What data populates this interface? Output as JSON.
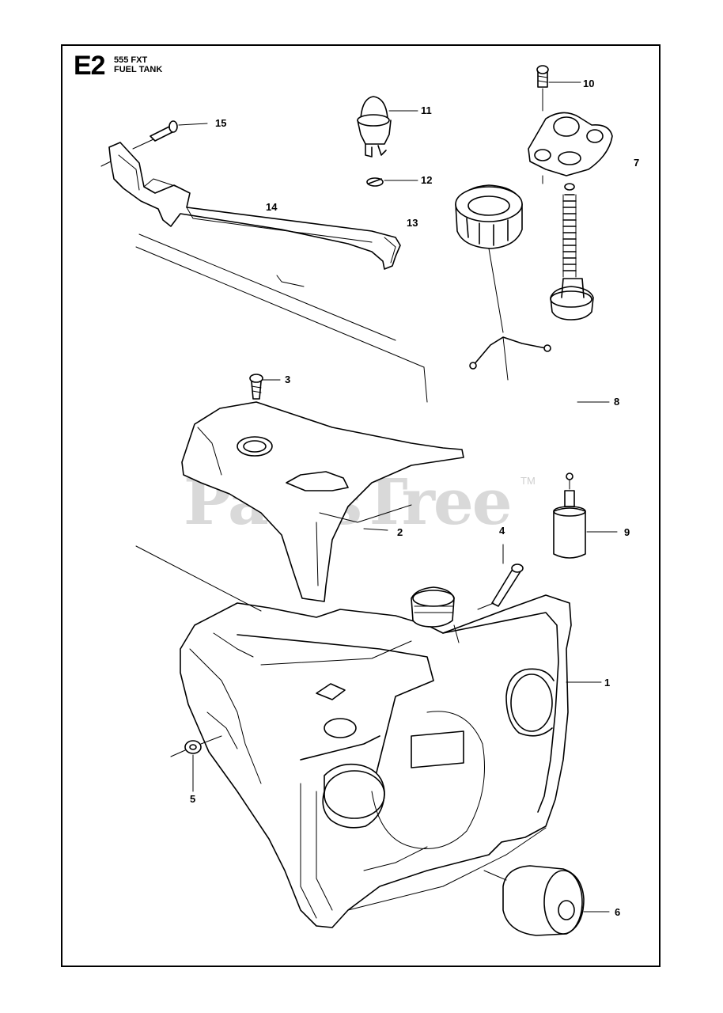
{
  "header": {
    "section_code": "E2",
    "model": "555 FXT",
    "title": "FUEL TANK"
  },
  "watermark": {
    "text": "PartsTree",
    "trademark": "TM"
  },
  "callouts": [
    {
      "id": "1",
      "label": "1"
    },
    {
      "id": "2",
      "label": "2"
    },
    {
      "id": "3",
      "label": "3"
    },
    {
      "id": "4",
      "label": "4"
    },
    {
      "id": "5",
      "label": "5"
    },
    {
      "id": "6",
      "label": "6"
    },
    {
      "id": "7",
      "label": "7"
    },
    {
      "id": "8",
      "label": "8"
    },
    {
      "id": "9",
      "label": "9"
    },
    {
      "id": "10",
      "label": "10"
    },
    {
      "id": "11",
      "label": "11"
    },
    {
      "id": "12",
      "label": "12"
    },
    {
      "id": "13",
      "label": "13"
    },
    {
      "id": "14",
      "label": "14"
    },
    {
      "id": "15",
      "label": "15"
    }
  ]
}
